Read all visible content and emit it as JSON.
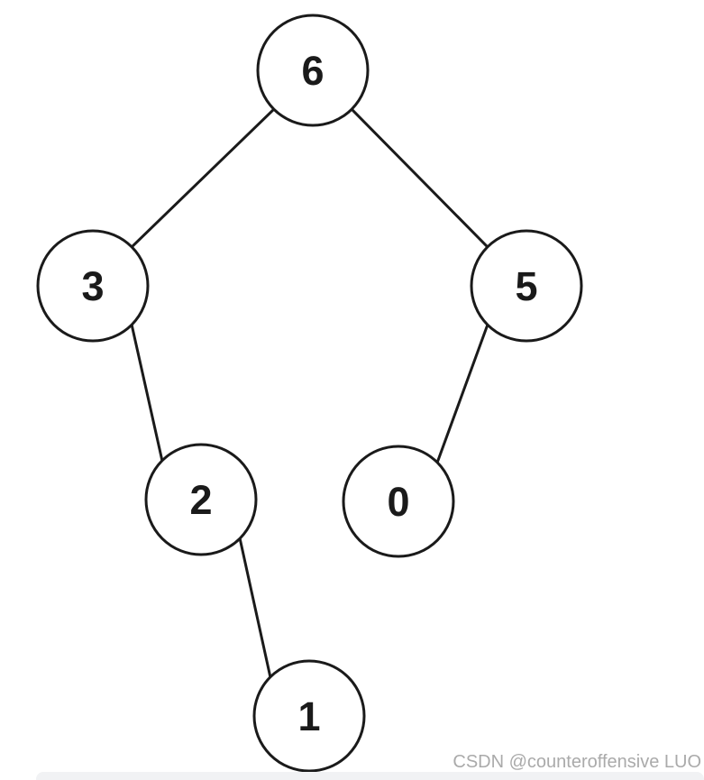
{
  "diagram": {
    "type": "binary-tree",
    "nodes": [
      {
        "id": "6",
        "value": "6",
        "parent": null,
        "side": "root"
      },
      {
        "id": "3",
        "value": "3",
        "parent": "6",
        "side": "left"
      },
      {
        "id": "5",
        "value": "5",
        "parent": "6",
        "side": "right"
      },
      {
        "id": "2",
        "value": "2",
        "parent": "3",
        "side": "right"
      },
      {
        "id": "0",
        "value": "0",
        "parent": "5",
        "side": "left"
      },
      {
        "id": "1",
        "value": "1",
        "parent": "2",
        "side": "right"
      }
    ],
    "edges": [
      {
        "from": "6",
        "to": "3"
      },
      {
        "from": "6",
        "to": "5"
      },
      {
        "from": "3",
        "to": "2"
      },
      {
        "from": "5",
        "to": "0"
      },
      {
        "from": "2",
        "to": "1"
      }
    ],
    "colors": {
      "node_fill": "#ffffff",
      "node_stroke": "#1a1a1a",
      "edge": "#1a1a1a",
      "label": "#1a1a1a"
    }
  },
  "watermark": {
    "text": "CSDN @counteroffensive LUO",
    "color": "#aaaaaa"
  }
}
